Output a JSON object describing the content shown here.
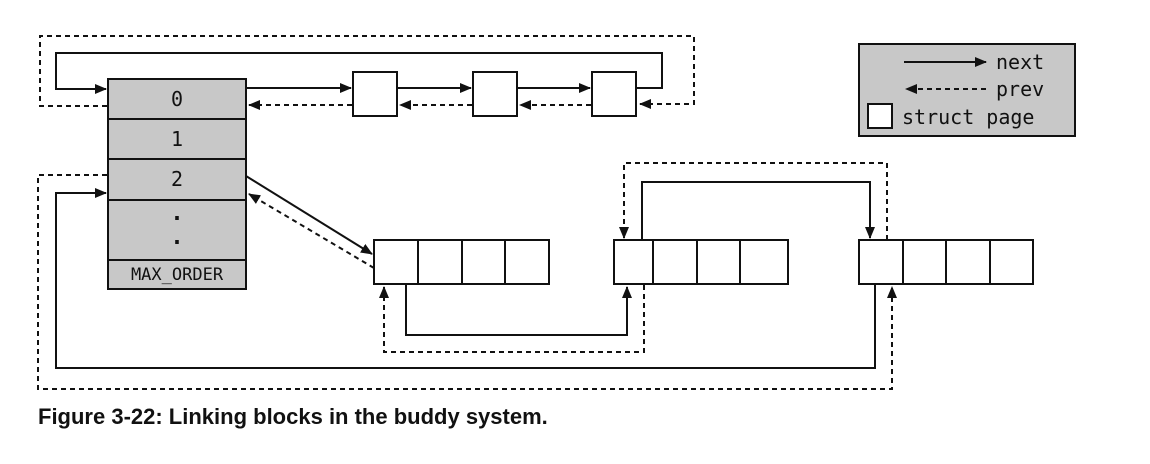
{
  "array": {
    "cells": [
      "0",
      "1",
      "2",
      ".",
      ".",
      "MAX_ORDER"
    ],
    "fill_color": "#c8c8c8"
  },
  "legend": {
    "next_label": "next",
    "prev_label": "prev",
    "page_label": "struct page",
    "fill_color": "#c8c8c8"
  },
  "caption": "Figure 3-22: Linking blocks in the buddy system."
}
